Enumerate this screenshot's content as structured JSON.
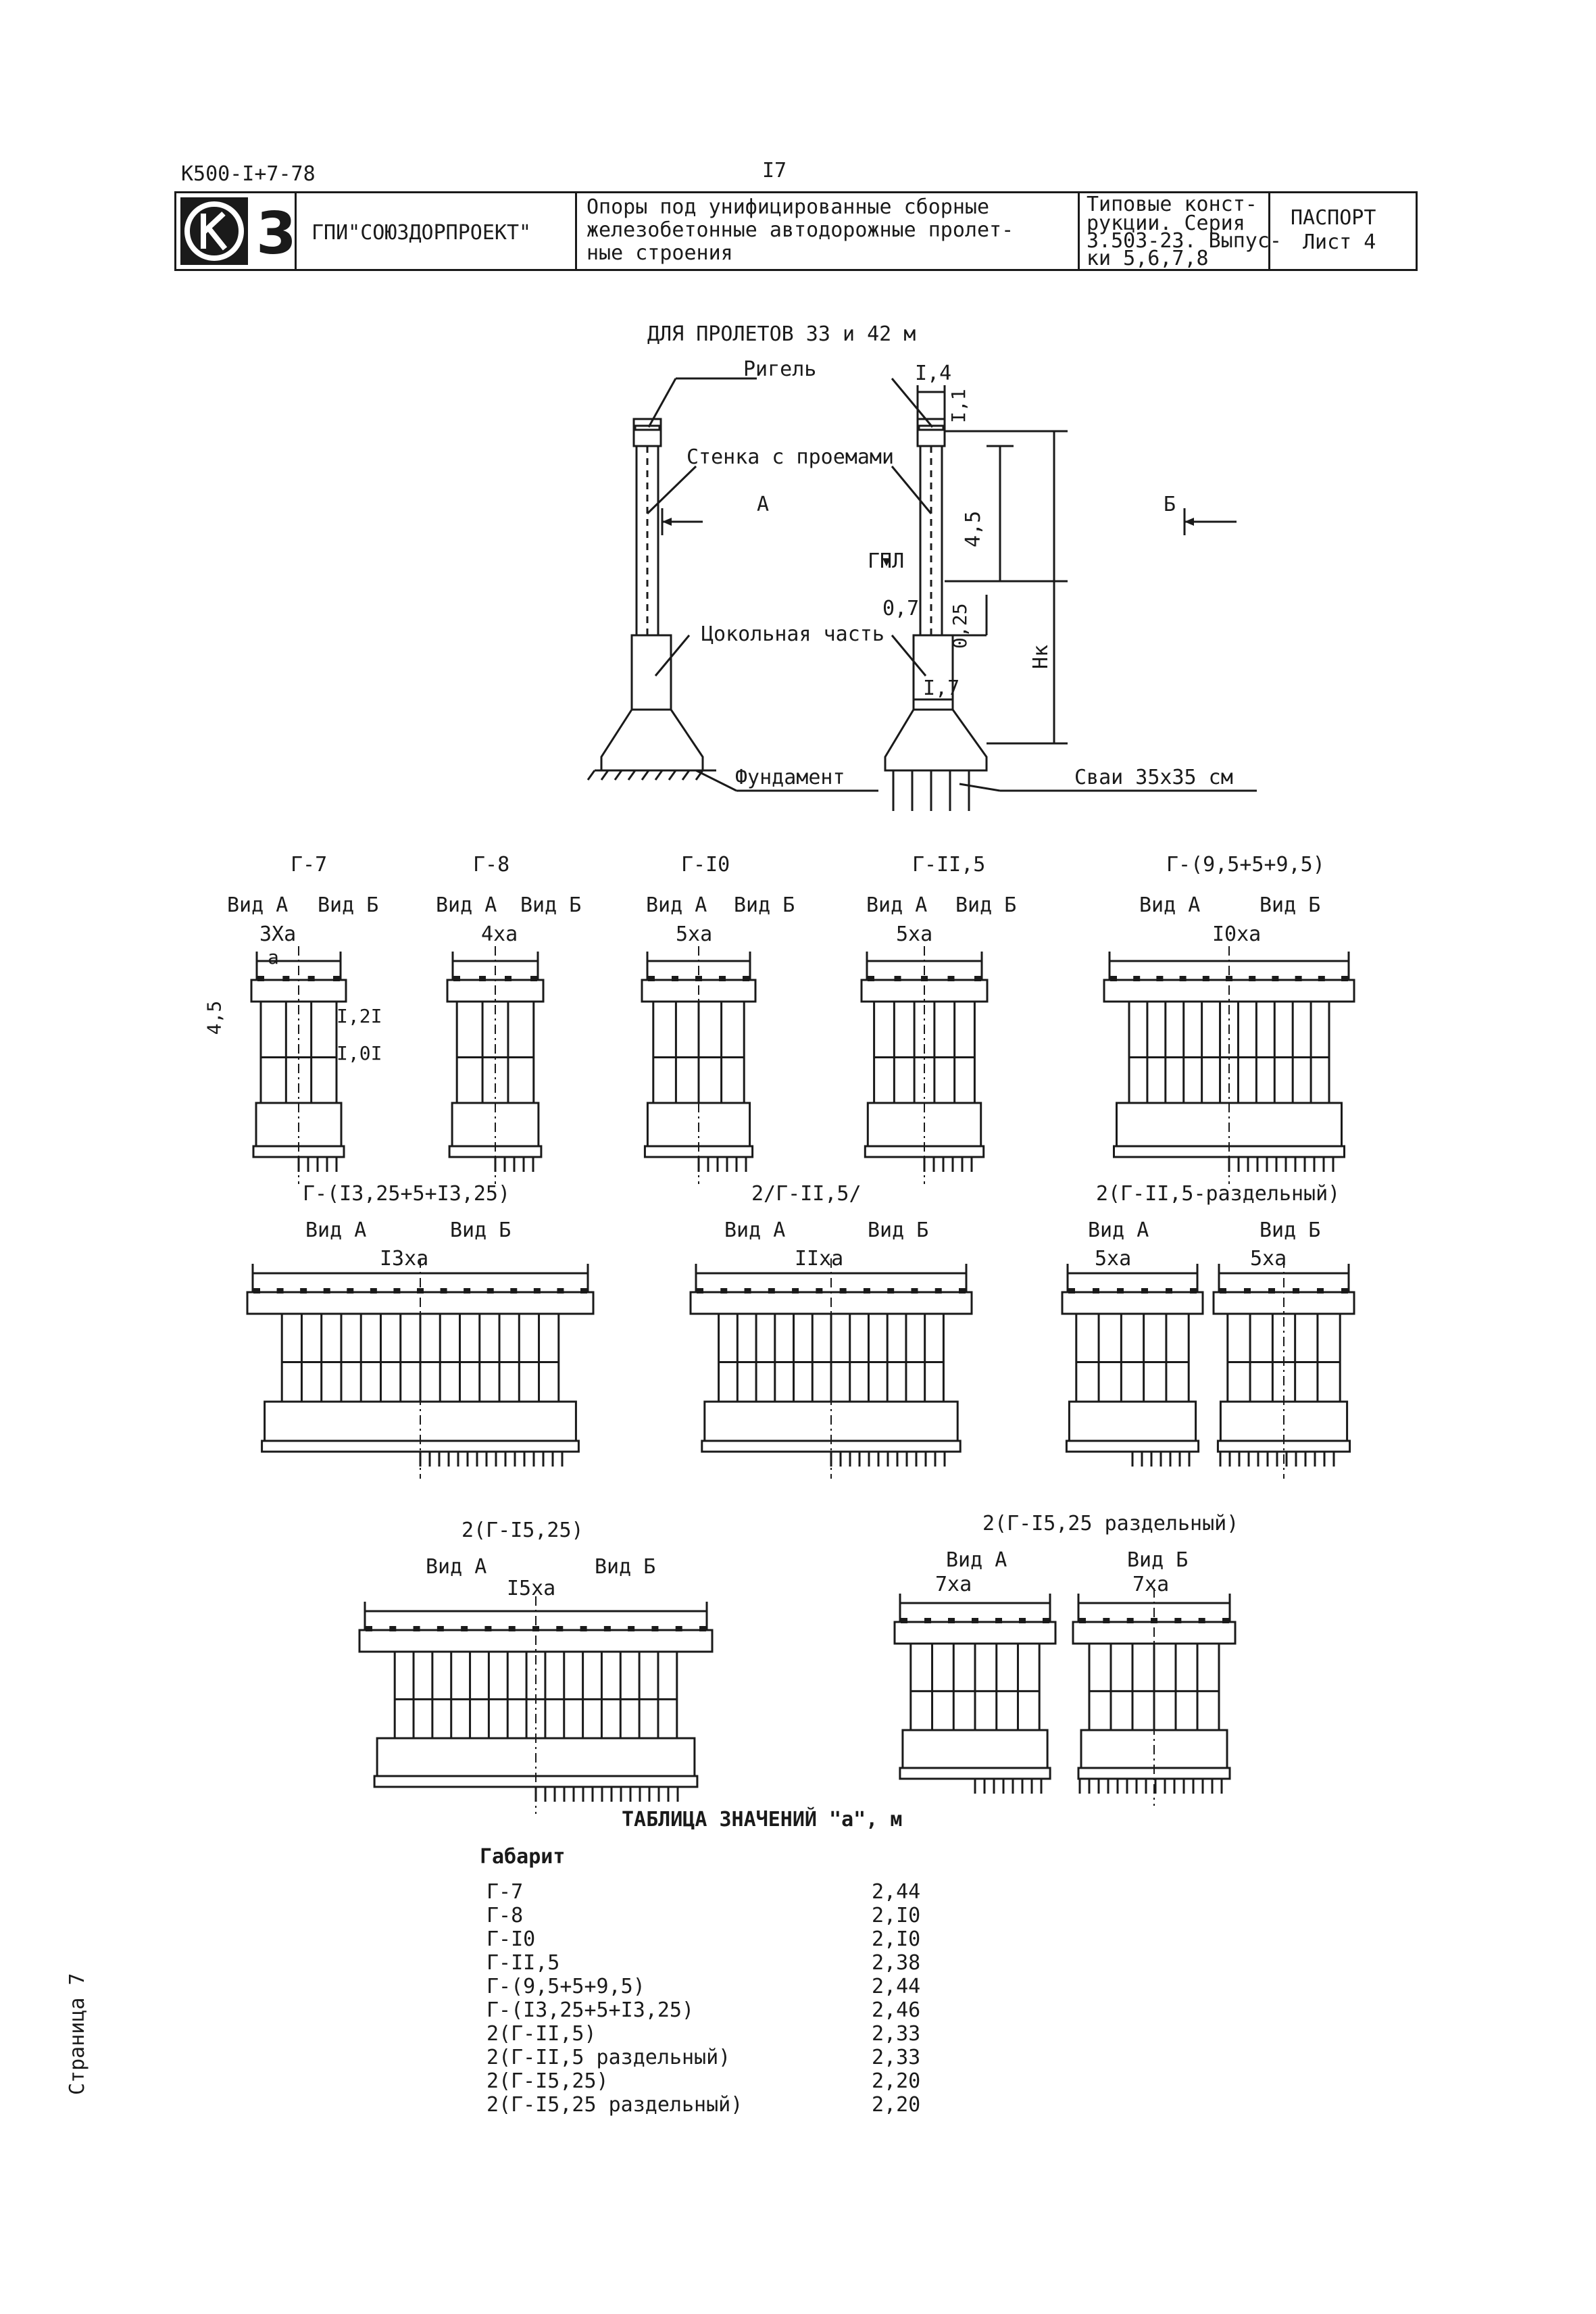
{
  "header": {
    "doc_code": "К500-I+7-78",
    "page_number": "I7",
    "logo_letter": "3",
    "organization": "ГПИ\"СОЮЗДОРПРОЕКТ\"",
    "subject_lines": [
      "Опоры под унифицированные сборные",
      "железобетонные автодорожные пролет-",
      "ные строения"
    ],
    "series_lines": [
      "Типовые конст-",
      "рукции. Серия",
      "3.503-23. Выпус-",
      "ки 5,6,7,8"
    ],
    "passport": "ПАСПОРТ",
    "sheet": "Лист 4"
  },
  "main_drawing": {
    "title": "ДЛЯ ПРОЛЕТОВ 33 и 42 м",
    "labels": {
      "rigel": "Ригель",
      "wall": "Стенка с проемами",
      "view_a": "А",
      "view_b": "Б",
      "gpl": "ГПЛ",
      "plinth": "Цокольная часть",
      "foundation": "Фундамент",
      "piles": "Сваи 35х35 см"
    },
    "dims": {
      "d_1_4": "I,4",
      "d_1_1": "I,1",
      "d_4_5": "4,5",
      "d_0_7": "0,7",
      "d_0_25": "0,25",
      "d_hk": "Hк",
      "d_1_7": "I,7"
    }
  },
  "view_labels": {
    "vid_a": "Вид А",
    "vid_b": "Вид Б"
  },
  "gabarits": [
    {
      "name": "Г-7",
      "span": "3Xa",
      "extra": {
        "a": "a",
        "h": "4,5",
        "w1": "I,2I",
        "w2": "I,0I"
      }
    },
    {
      "name": "Г-8",
      "span": "4xa"
    },
    {
      "name": "Г-I0",
      "span": "5xa"
    },
    {
      "name": "Г-II,5",
      "span": "5xa"
    },
    {
      "name": "Г-(9,5+5+9,5)",
      "span": "I0xa"
    },
    {
      "name": "Г-(I3,25+5+I3,25)",
      "span": "I3xa"
    },
    {
      "name": "2/Г-II,5/",
      "span": "IIxa"
    },
    {
      "name": "2(Г-II,5-раздельный)",
      "span": "5xa",
      "span2": "5xa"
    },
    {
      "name": "2(Г-I5,25)",
      "span": "I5xa"
    },
    {
      "name": "2(Г-I5,25 раздельный)",
      "span": "7xa",
      "span2": "7xa"
    }
  ],
  "table": {
    "title": "ТАБЛИЦА ЗНАЧЕНИЙ \"а\", м",
    "column_header": "Габарит",
    "rows": [
      {
        "gabarit": "Г-7",
        "value": "2,44"
      },
      {
        "gabarit": "Г-8",
        "value": "2,I0"
      },
      {
        "gabarit": "Г-I0",
        "value": "2,I0"
      },
      {
        "gabarit": "Г-II,5",
        "value": "2,38"
      },
      {
        "gabarit": "Г-(9,5+5+9,5)",
        "value": "2,44"
      },
      {
        "gabarit": "Г-(I3,25+5+I3,25)",
        "value": "2,46"
      },
      {
        "gabarit": "2(Г-II,5)",
        "value": "2,33"
      },
      {
        "gabarit": "2(Г-II,5 раздельный)",
        "value": "2,33"
      },
      {
        "gabarit": "2(Г-I5,25)",
        "value": "2,20"
      },
      {
        "gabarit": "2(Г-I5,25 раздельный)",
        "value": "2,20"
      }
    ]
  },
  "side_note": "Страница 7"
}
